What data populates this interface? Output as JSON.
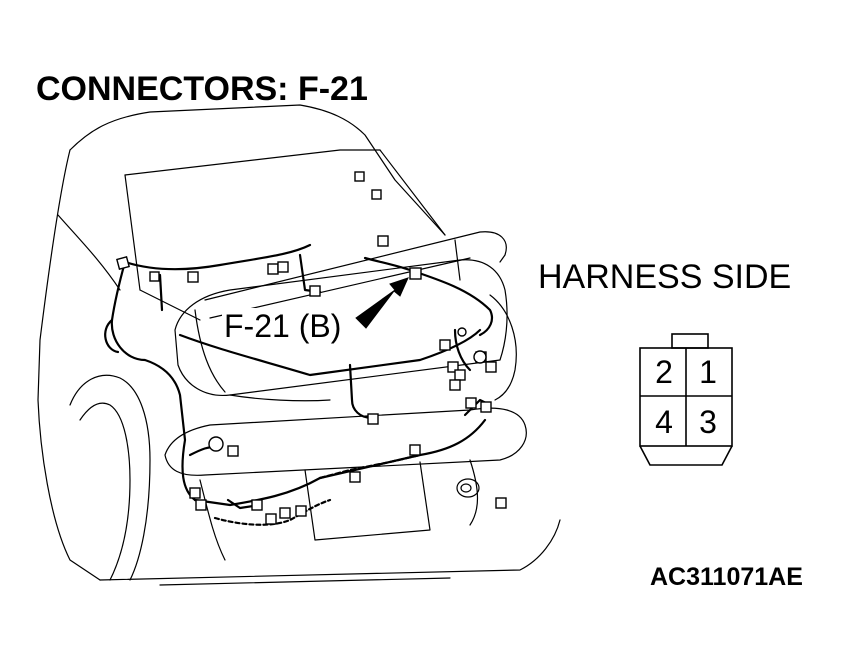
{
  "title": "CONNECTORS: F-21",
  "callout_label": "F-21 (B)",
  "harness_side_label": "HARNESS SIDE",
  "figure_code": "AC311071AE",
  "connector_pins": [
    "2",
    "1",
    "4",
    "3"
  ]
}
